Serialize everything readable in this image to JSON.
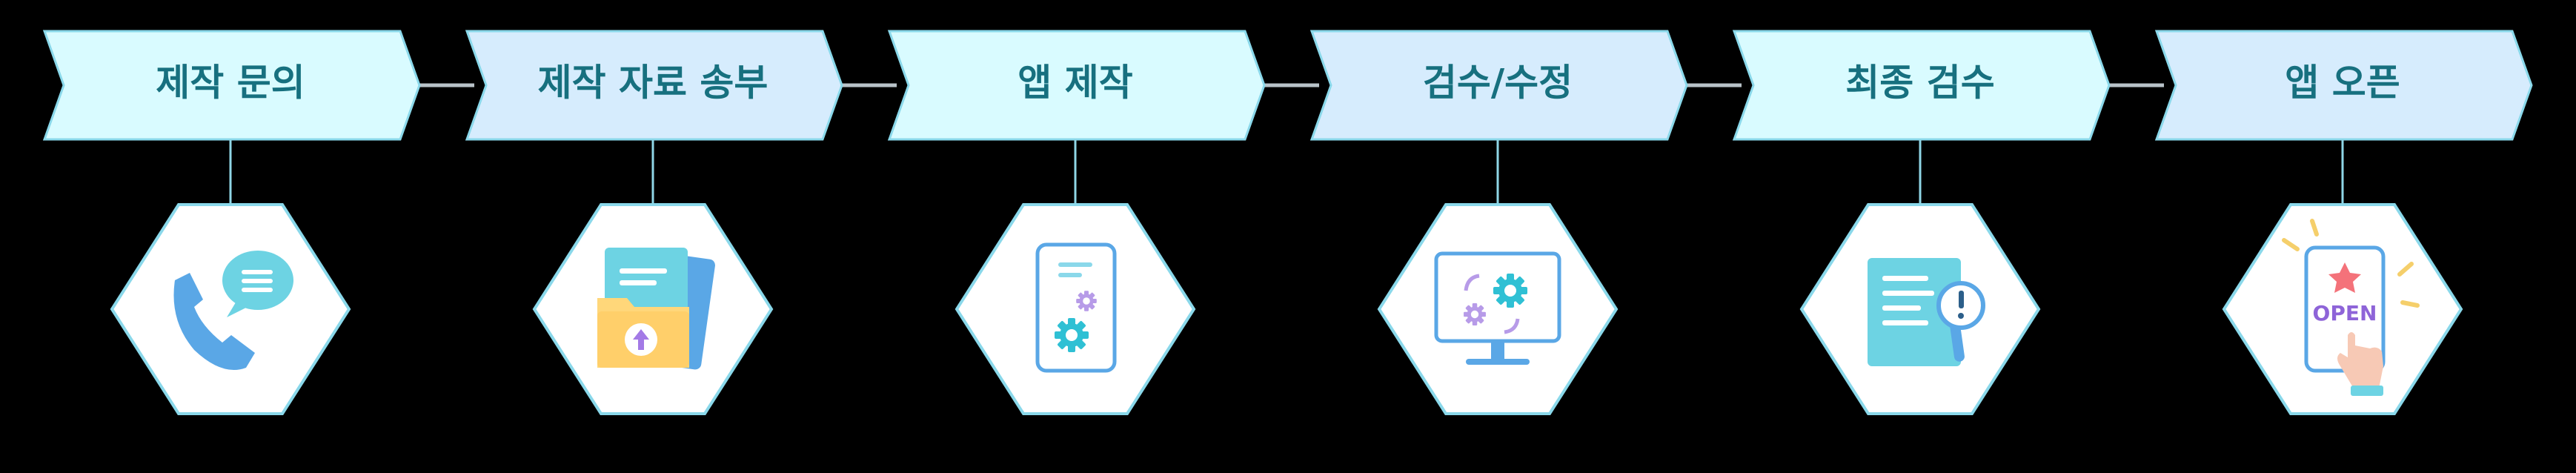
{
  "colors": {
    "background": "#000000",
    "arrow_fill_light": "#d9fbff",
    "arrow_fill_alt": "#d6ecfd",
    "arrow_stroke": "#8ad8ea",
    "label_text": "#17707f",
    "connector": "#8fd6e6",
    "hex_fill": "#ffffff",
    "hex_stroke": "#8ad8ea"
  },
  "steps": [
    {
      "label": "제작 문의",
      "icon": "phone-chat-icon"
    },
    {
      "label": "제작 자료 송부",
      "icon": "folder-upload-icon"
    },
    {
      "label": "앱 제작",
      "icon": "phone-gears-icon"
    },
    {
      "label": "검수/수정",
      "icon": "monitor-gears-icon"
    },
    {
      "label": "최종 검수",
      "icon": "document-inspect-icon"
    },
    {
      "label": "앱 오픈",
      "icon": "app-open-icon",
      "badge": "OPEN"
    }
  ]
}
